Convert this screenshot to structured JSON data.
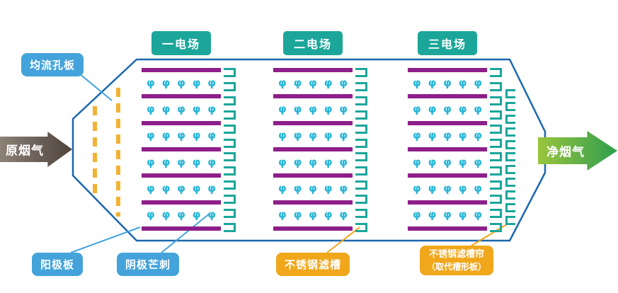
{
  "diagram": {
    "field_labels": [
      "一电场",
      "二电场",
      "三电场"
    ],
    "inlet_arrow_label": "原烟气",
    "outlet_arrow_label": "净烟气",
    "callouts": {
      "orifice_plate": "均流孔板",
      "anode_plate": "阳极板",
      "cathode_spikes": "阴极芒刺",
      "filter_slot": "不锈钢滤槽",
      "filter_curtain_line1": "不锈钢滤槽帘",
      "filter_curtain_line2": "（取代槽形板）"
    },
    "structure": {
      "bars_per_field": 7,
      "spike_rows_per_field": 6,
      "spikes_per_row": 5,
      "spike_glyph": "φ",
      "brackets_per_column": 12,
      "curtain_bracket_count": 11
    },
    "colors": {
      "outline": "#1b67ae",
      "field_badge": "#1ca69a",
      "blue_label": "#44a3da",
      "orange_label": "#f0a71c",
      "anode_bar": "#8e1f8a",
      "spike": "#27b5d6",
      "bracket": "#1ca69a",
      "dashed_plate": "#f2b233",
      "inlet_arrow_dark": "#4e443c",
      "inlet_arrow_light": "#8c8177",
      "outlet_arrow_dark": "#2e9e4f",
      "outlet_arrow_light": "#9bc53d"
    }
  }
}
